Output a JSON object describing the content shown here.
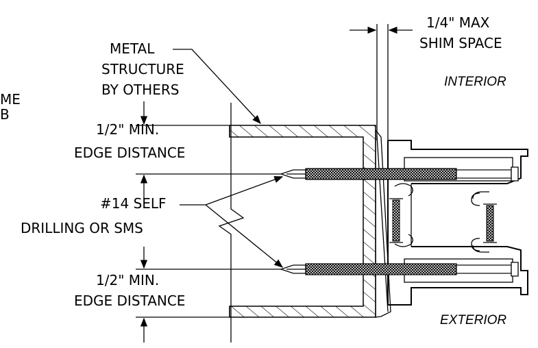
{
  "labels": {
    "shim_line1": "1/4\" MAX",
    "shim_line2": "SHIM SPACE",
    "metal_line1": "METAL",
    "metal_line2": "STRUCTURE",
    "metal_line3": "BY OTHERS",
    "interior": "INTERIOR",
    "exterior": "EXTERIOR",
    "edge_top_line1": "1/2\" MIN.",
    "edge_top_line2": "EDGE DISTANCE",
    "screw_line1": "#14 SELF",
    "screw_line2": "DRILLING OR SMS",
    "edge_bot_line1": "1/2\" MIN.",
    "edge_bot_line2": "EDGE DISTANCE",
    "clipped_left_1": "ME",
    "clipped_left_2": "B"
  }
}
